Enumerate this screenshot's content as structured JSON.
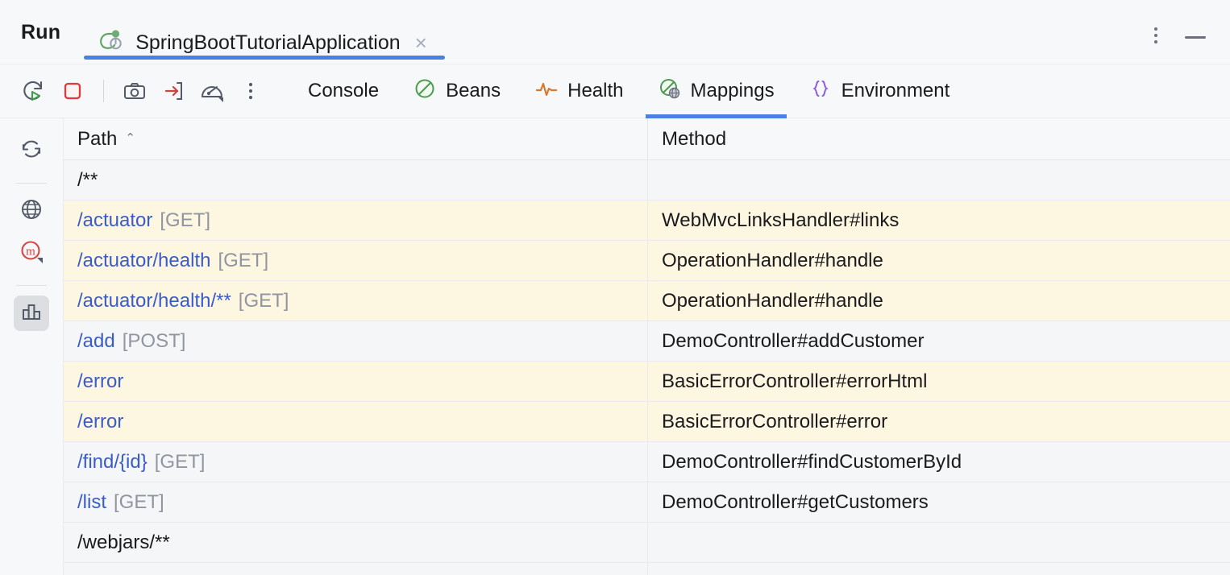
{
  "window": {
    "run_label": "Run",
    "tab_title": "SpringBootTutorialApplication",
    "close_label": "×",
    "more_icon": "kebab-menu-icon",
    "minimize_icon": "minimize-icon",
    "accent_color": "#4C7EE8"
  },
  "toolbar": {
    "buttons": [
      {
        "name": "rerun-button",
        "icon": "rerun-icon"
      },
      {
        "name": "stop-button",
        "icon": "stop-square-icon"
      },
      {
        "name": "separator",
        "icon": "separator"
      },
      {
        "name": "snapshot-button",
        "icon": "camera-icon"
      },
      {
        "name": "import-button",
        "icon": "arrow-into-box-icon"
      },
      {
        "name": "profiler-button",
        "icon": "gauge-icon"
      },
      {
        "name": "more-button",
        "icon": "kebab-menu-icon"
      }
    ],
    "tabs": [
      {
        "label": "Console",
        "icon": "none",
        "active": false
      },
      {
        "label": "Beans",
        "icon": "beans-icon",
        "active": false
      },
      {
        "label": "Health",
        "icon": "heartbeat-icon",
        "active": false
      },
      {
        "label": "Mappings",
        "icon": "mappings-icon",
        "active": true
      },
      {
        "label": "Environment",
        "icon": "braces-icon",
        "active": false
      }
    ]
  },
  "sidebar": {
    "items": [
      {
        "name": "refresh-button",
        "icon": "refresh-icon",
        "selected": false
      },
      {
        "name": "endpoints-button",
        "icon": "globe-icon",
        "selected": false
      },
      {
        "name": "metrics-button",
        "icon": "red-m-icon",
        "selected": false
      },
      {
        "name": "charts-button",
        "icon": "bar-chart-icon",
        "selected": true
      }
    ]
  },
  "table": {
    "columns": [
      {
        "key": "path",
        "label": "Path",
        "sort": "asc",
        "sort_glyph": "⌃"
      },
      {
        "key": "method",
        "label": "Method",
        "sort": "none"
      }
    ],
    "rows": [
      {
        "path": "/**",
        "verb": "",
        "link": false,
        "method": "",
        "highlight": false
      },
      {
        "path": "/actuator",
        "verb": "[GET]",
        "link": true,
        "method": "WebMvcLinksHandler#links",
        "highlight": true
      },
      {
        "path": "/actuator/health",
        "verb": "[GET]",
        "link": true,
        "method": "OperationHandler#handle",
        "highlight": true
      },
      {
        "path": "/actuator/health/**",
        "verb": "[GET]",
        "link": true,
        "method": "OperationHandler#handle",
        "highlight": true
      },
      {
        "path": "/add",
        "verb": "[POST]",
        "link": true,
        "method": "DemoController#addCustomer",
        "highlight": false
      },
      {
        "path": "/error",
        "verb": "",
        "link": true,
        "method": "BasicErrorController#errorHtml",
        "highlight": true
      },
      {
        "path": "/error",
        "verb": "",
        "link": true,
        "method": "BasicErrorController#error",
        "highlight": true
      },
      {
        "path": "/find/{id}",
        "verb": "[GET]",
        "link": true,
        "method": "DemoController#findCustomerById",
        "highlight": false
      },
      {
        "path": "/list",
        "verb": "[GET]",
        "link": true,
        "method": "DemoController#getCustomers",
        "highlight": false
      },
      {
        "path": "/webjars/**",
        "verb": "",
        "link": false,
        "method": "",
        "highlight": false
      },
      {
        "path": "",
        "verb": "",
        "link": false,
        "method": "",
        "highlight": false
      }
    ]
  },
  "colors": {
    "highlight_row": "#FDF6E1",
    "normal_row": "#F5F6F8",
    "link_text": "#3A5CC8",
    "verb_text": "#9195A1"
  }
}
